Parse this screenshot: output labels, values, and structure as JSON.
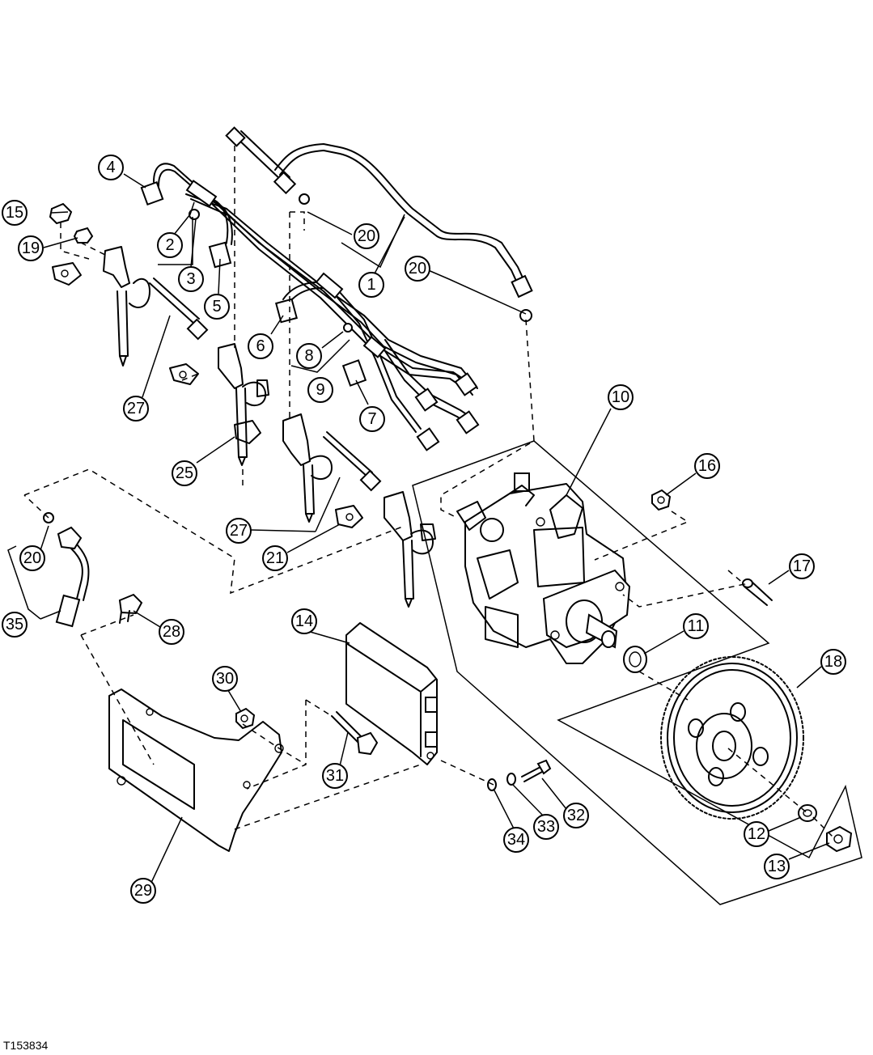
{
  "figure_id": "T153834",
  "callouts": [
    {
      "id": "c1",
      "label": "1"
    },
    {
      "id": "c2",
      "label": "2"
    },
    {
      "id": "c3",
      "label": "3"
    },
    {
      "id": "c4",
      "label": "4"
    },
    {
      "id": "c5",
      "label": "5"
    },
    {
      "id": "c6",
      "label": "6"
    },
    {
      "id": "c7",
      "label": "7"
    },
    {
      "id": "c8",
      "label": "8"
    },
    {
      "id": "c9",
      "label": "9"
    },
    {
      "id": "c10",
      "label": "10"
    },
    {
      "id": "c11",
      "label": "11"
    },
    {
      "id": "c12",
      "label": "12"
    },
    {
      "id": "c13",
      "label": "13"
    },
    {
      "id": "c14",
      "label": "14"
    },
    {
      "id": "c15",
      "label": "15"
    },
    {
      "id": "c16",
      "label": "16"
    },
    {
      "id": "c17",
      "label": "17"
    },
    {
      "id": "c18",
      "label": "18"
    },
    {
      "id": "c19",
      "label": "19"
    },
    {
      "id": "c20a",
      "label": "20"
    },
    {
      "id": "c20b",
      "label": "20"
    },
    {
      "id": "c20c",
      "label": "20"
    },
    {
      "id": "c21",
      "label": "21"
    },
    {
      "id": "c25",
      "label": "25"
    },
    {
      "id": "c27a",
      "label": "27"
    },
    {
      "id": "c27b",
      "label": "27"
    },
    {
      "id": "c28",
      "label": "28"
    },
    {
      "id": "c29",
      "label": "29"
    },
    {
      "id": "c30",
      "label": "30"
    },
    {
      "id": "c31",
      "label": "31"
    },
    {
      "id": "c32",
      "label": "32"
    },
    {
      "id": "c33",
      "label": "33"
    },
    {
      "id": "c34",
      "label": "34"
    },
    {
      "id": "c35",
      "label": "35"
    }
  ]
}
